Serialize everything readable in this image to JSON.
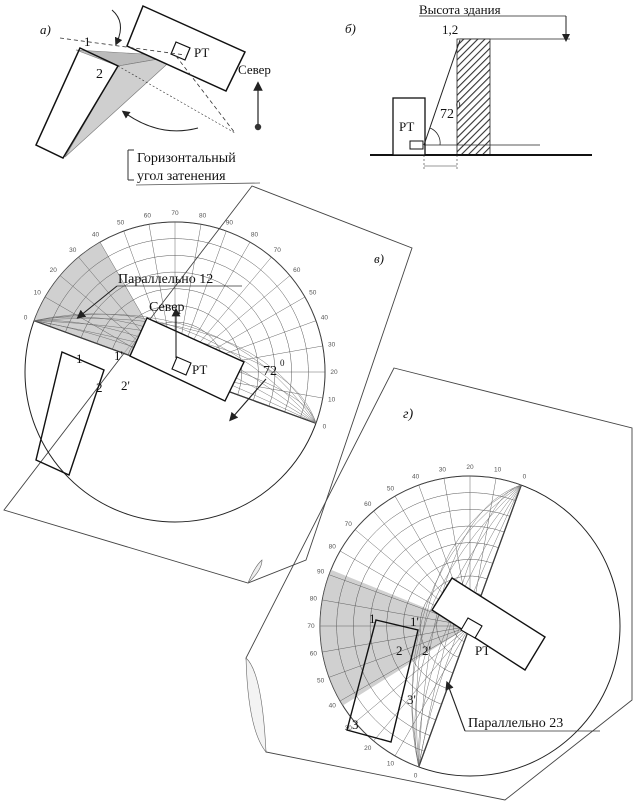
{
  "panel_a": {
    "label": "а)",
    "point_1": "1",
    "point_2": "2",
    "rt": "РТ",
    "north": "Север",
    "caption_line1": "Горизонтальный",
    "caption_line2": "угол затенения"
  },
  "panel_b": {
    "label": "б)",
    "height_label": "Высота здания",
    "points": "1,2",
    "angle": "72",
    "angle_unit": "0",
    "rt": "РТ"
  },
  "panel_v": {
    "label": "в)",
    "parallel_label": "Параллельно 12",
    "north": "Север",
    "rt": "РТ",
    "angle": "72",
    "angle_unit": "0",
    "p1": "1",
    "p1_prime": "1'",
    "p2": "2",
    "p2_prime": "2'",
    "ticks": [
      "0",
      "10",
      "20",
      "30",
      "40",
      "50",
      "60",
      "70",
      "80",
      "90",
      "80",
      "70",
      "60",
      "50",
      "40",
      "30",
      "20",
      "10",
      "0"
    ]
  },
  "panel_g": {
    "label": "г)",
    "parallel_label": "Параллельно 23",
    "rt": "РТ",
    "p1": "1",
    "p1_prime": "1'",
    "p2": "2",
    "p2_prime": "2'",
    "p3": "3",
    "p3_prime": "3'",
    "ticks": [
      "0",
      "10",
      "20",
      "30",
      "40",
      "50",
      "60",
      "70",
      "80",
      "90",
      "80",
      "70",
      "60",
      "50",
      "40",
      "30",
      "20",
      "10",
      "0"
    ]
  }
}
